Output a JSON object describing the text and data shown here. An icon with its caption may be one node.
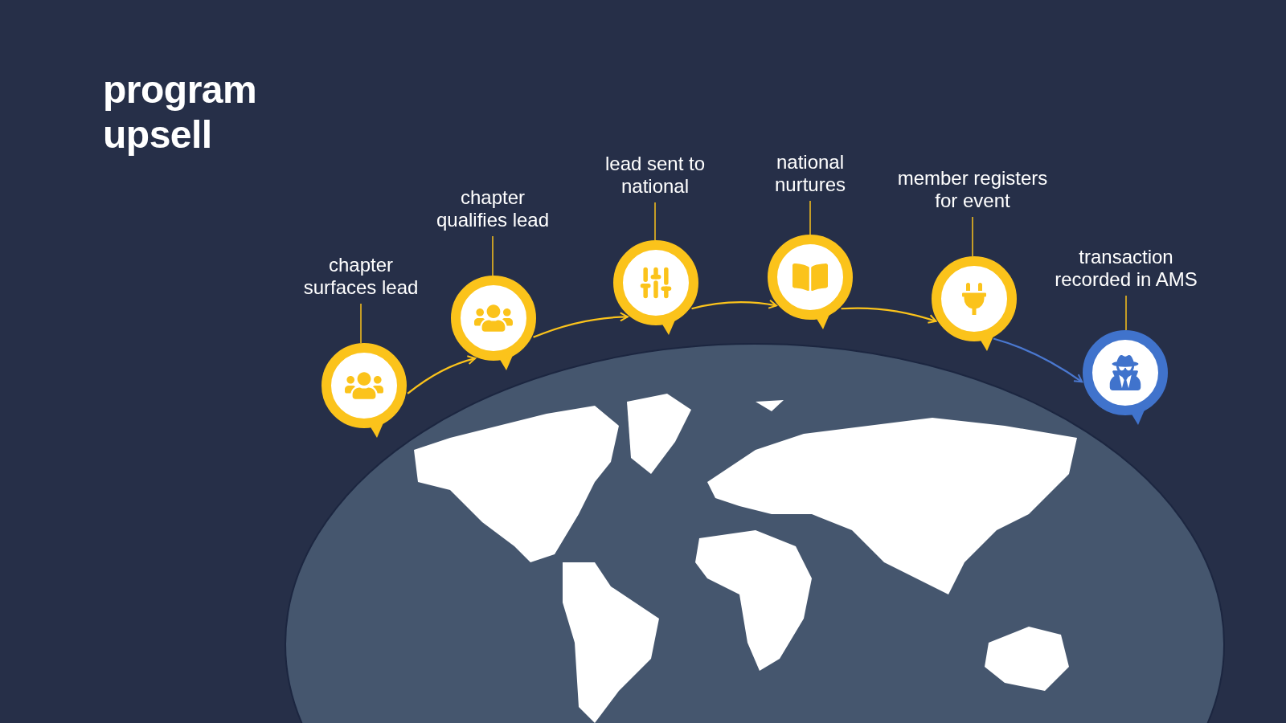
{
  "diagram": {
    "title": "program upsell",
    "nodes": [
      {
        "text": [
          "chapter surfaces lead"
        ]
      },
      {
        "text": [],
        "shape": "circle"
      },
      {
        "text": [
          "chapter qualifies lead"
        ]
      },
      {
        "text": [],
        "shape": "circle"
      },
      {
        "text": [
          "lead sent to national"
        ]
      },
      {
        "text": [],
        "shape": "circle"
      },
      {
        "text": [
          "national nurtures"
        ]
      },
      {
        "text": [],
        "shape": "circle"
      },
      {
        "text": [
          "member registers for event"
        ]
      },
      {
        "text": [],
        "shape": "circle"
      },
      {
        "text": [
          "transaction recorded in AMS"
        ]
      },
      {
        "text": [],
        "shape": "circle"
      }
    ],
    "edges": [
      {
        "from": 0,
        "to": 1,
        "arrow": "none"
      },
      {
        "from": 2,
        "to": 3,
        "arrow": "none"
      },
      {
        "from": 4,
        "to": 5,
        "arrow": "none"
      },
      {
        "from": 6,
        "to": 7,
        "arrow": "none"
      },
      {
        "from": 8,
        "to": 9,
        "arrow": "none"
      },
      {
        "from": 10,
        "to": 11,
        "arrow": "none"
      },
      {
        "from": 1,
        "to": 3,
        "arrow": "to"
      },
      {
        "from": 3,
        "to": 5,
        "arrow": "to"
      },
      {
        "from": 5,
        "to": 7,
        "arrow": "to"
      },
      {
        "from": 7,
        "to": 9,
        "arrow": "to"
      },
      {
        "from": 9,
        "to": 11,
        "arrow": "to",
        "color": "#4a78d0"
      }
    ]
  }
}
